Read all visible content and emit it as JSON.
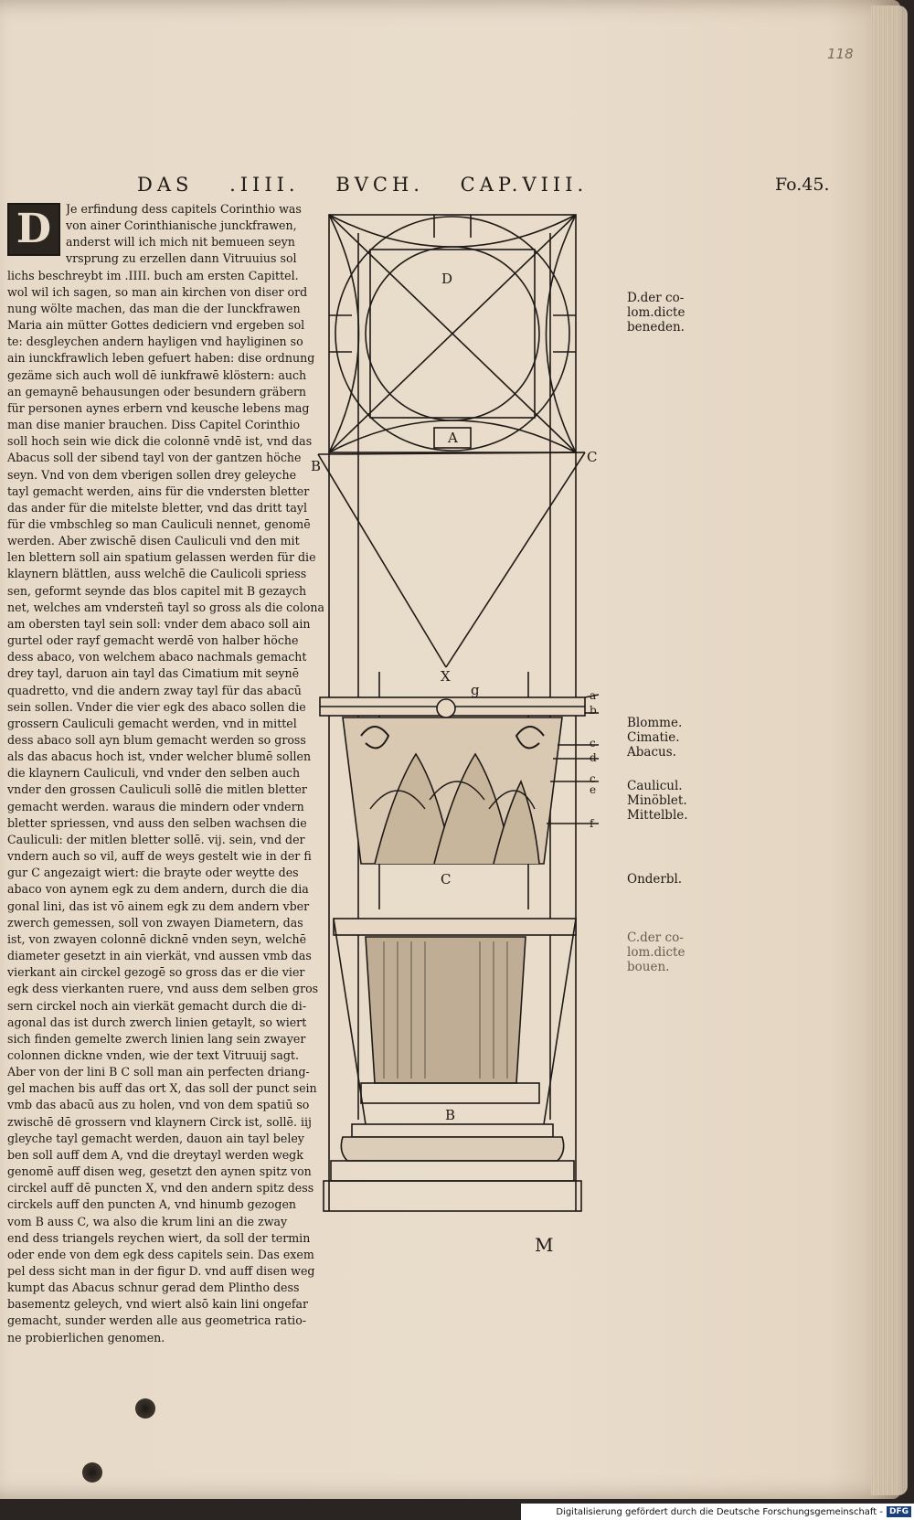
{
  "folio": "118",
  "running_head": {
    "parts": [
      "DAS",
      ".IIII.",
      "BVCH.",
      "CAP.VIII."
    ],
    "page_ref": "Fo.45."
  },
  "initial": "D",
  "body_lines": [
    "Je erfindung dess capitels Corinthio was",
    "von ainer Corinthianische junckfrawen,",
    "anderst will ich mich nit bemueen seyn",
    "vrsprung zu erzellen dann Vitruuius sol",
    "lichs beschreybt im .IIII. buch am ersten Capittel.",
    "wol wil ich sagen, so man ain kirchen von diser ord",
    "nung wölte machen, das man die der Iunckfrawen",
    "Maria ain mütter Gottes dediciern vnd ergeben sol",
    "te: desgleychen andern hayligen vnd hayliginen so",
    "ain iunckfrawlich leben gefuert haben: dise ordnung",
    "gezäme sich auch woll dē iunkfrawē klöstern: auch",
    "an gemaynē behausungen oder besundern gräbern",
    "für personen aynes erbern vnd keusche lebens mag",
    "man dise manier brauchen. Diss Capitel Corinthio",
    "soll hoch sein wie dick die colonnē vndē ist, vnd das",
    "Abacus soll der sibend tayl von der gantzen höche",
    "seyn. Vnd von dem vberigen sollen drey geleyche",
    "tayl gemacht werden, ains für die vndersten bletter",
    "das ander für die mitelste bletter, vnd das dritt tayl",
    "für die vmbschleg so man Cauliculi nennet, genomē",
    "werden. Aber zwischē disen Cauliculi vnd den mit",
    "len blettern soll ain spatium gelassen werden für die",
    "klaynern blättlen, auss welchē die Caulicoli spriess",
    "sen, geformt seynde das blos capitel mit B gezaych",
    "net, welches am vndersteñ tayl so gross als die colona",
    "am obersten tayl sein soll: vnder dem abaco soll ain",
    "gurtel oder rayf gemacht werdē von halber höche",
    "dess abaco, von welchem abaco nachmals gemacht",
    "drey tayl, daruon ain tayl das Cimatium mit seynē",
    "quadretto, vnd die andern zway tayl für das abacū",
    "sein sollen. Vnder die vier egk des abaco sollen die",
    "grossern Cauliculi gemacht werden, vnd in mittel",
    "dess abaco soll ayn blum gemacht werden so gross",
    "als das abacus hoch ist, vnder welcher blumē sollen",
    "die klaynern Cauliculi, vnd vnder den selben auch",
    "vnder den grossen Cauliculi sollē die mitlen bletter",
    "gemacht werden. waraus die mindern oder vndern",
    "bletter spriessen, vnd auss den selben wachsen die",
    "Cauliculi: der mitlen bletter sollē. vij. sein, vnd der",
    "vndern auch so vil, auff de weys gestelt wie in der fi",
    "gur C angezaigt wiert: die brayte oder weytte des",
    "abaco von aynem egk zu dem andern, durch die dia",
    "gonal lini, das ist vō ainem egk zu dem andern vber",
    "zwerch gemessen, soll von zwayen Diametern, das",
    "ist, von zwayen colonnē dicknē vnden seyn, welchē",
    "diameter gesetzt in ain vierkät, vnd aussen vmb das",
    "vierkant ain circkel gezogē so gross das er die vier",
    "egk dess vierkanten ruere, vnd auss dem selben gros",
    "sern circkel noch ain vierkät gemacht durch die di-",
    "agonal das ist durch zwerch linien getaylt, so wiert",
    "sich finden gemelte zwerch linien lang sein zwayer",
    "colonnen dickne vnden, wie der text Vitruuij sagt.",
    "Aber von der lini B C soll man ain perfecten driang-",
    "gel machen bis auff das ort X, das soll der punct sein",
    "vmb das abacū aus zu holen, vnd von dem spatiū so",
    "zwischē dē grossern vnd klaynern Circk ist, sollē. iij",
    "gleyche tayl gemacht werden, dauon ain tayl beley",
    "ben soll auff dem A, vnd die dreytayl werden wegk",
    "genomē auff disen weg, gesetzt den aynen spitz von",
    "circkel auff dē puncten X, vnd den andern spitz dess",
    "circkels auff den puncten A, vnd hinumb gezogen",
    "vom B auss C, wa also die krum lini an die zway",
    "end dess triangels reychen wiert, da soll der termin",
    "oder ende von dem egk dess capitels sein. Das exem",
    "pel dess sicht man in der figur D. vnd auff disen weg",
    "kumpt das Abacus schnur gerad dem Plintho dess",
    "basementz geleych, vnd wiert alsō kain lini ongefar",
    "gemacht, sunder werden alle aus geometrica ratio-",
    "ne probierlichen genomen."
  ],
  "figure_letters": {
    "D": "D",
    "A": "A",
    "B": "B",
    "C_right": "C",
    "X": "X",
    "g": "g",
    "C_capital": "C",
    "B_column": "B",
    "a": "a",
    "b": "b",
    "c1": "c",
    "d": "d",
    "c2": "c",
    "e": "e",
    "f": "f"
  },
  "margin_notes": {
    "d_note": [
      "D.der co-",
      "lom.dicte",
      "beneden."
    ],
    "capital_parts": [
      "Blomme.",
      "Cimatie.",
      "Abacus."
    ],
    "leaves": [
      "Caulicul.",
      "Minöblet.",
      "Mittelble."
    ],
    "lower_leaves": "Onderbl.",
    "c_note": [
      "C.der co-",
      "lom.dicte",
      "bouen."
    ]
  },
  "signature_mark": "M",
  "footer": {
    "text": "Digitalisierung gefördert durch die Deutsche Forschungsgemeinschaft -",
    "logo": "DFG"
  }
}
